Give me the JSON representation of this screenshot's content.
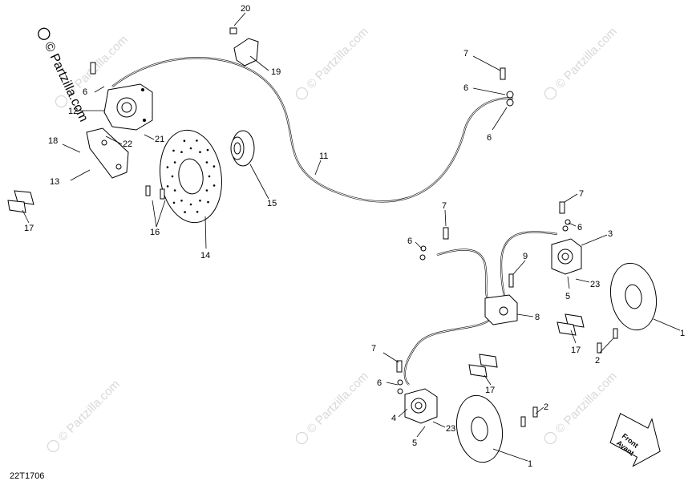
{
  "watermark": {
    "brand": "© Partzilla.com",
    "corner": "© Partzilla.com"
  },
  "drawing_code": "22T1706",
  "front_sign": {
    "line1": "Front",
    "line2": "Avant"
  },
  "callouts": [
    {
      "id": "c20",
      "text": "20"
    },
    {
      "id": "c19",
      "text": "19"
    },
    {
      "id": "c6a",
      "text": "6"
    },
    {
      "id": "c12",
      "text": "12"
    },
    {
      "id": "c18",
      "text": "18"
    },
    {
      "id": "c22",
      "text": "22"
    },
    {
      "id": "c21",
      "text": "21"
    },
    {
      "id": "c13",
      "text": "13"
    },
    {
      "id": "c17a",
      "text": "17"
    },
    {
      "id": "c16",
      "text": "16"
    },
    {
      "id": "c14",
      "text": "14"
    },
    {
      "id": "c15",
      "text": "15"
    },
    {
      "id": "c11",
      "text": "11"
    },
    {
      "id": "c7a",
      "text": "7"
    },
    {
      "id": "c6b",
      "text": "6"
    },
    {
      "id": "c6c",
      "text": "6"
    },
    {
      "id": "c7b",
      "text": "7"
    },
    {
      "id": "c6d",
      "text": "6"
    },
    {
      "id": "c7c",
      "text": "7"
    },
    {
      "id": "c6e",
      "text": "6"
    },
    {
      "id": "c3",
      "text": "3"
    },
    {
      "id": "c9",
      "text": "9"
    },
    {
      "id": "c5a",
      "text": "5"
    },
    {
      "id": "c23a",
      "text": "23"
    },
    {
      "id": "c8",
      "text": "8"
    },
    {
      "id": "c1a",
      "text": "1"
    },
    {
      "id": "c17b",
      "text": "17"
    },
    {
      "id": "c2a",
      "text": "2"
    },
    {
      "id": "c7d",
      "text": "7"
    },
    {
      "id": "c6f",
      "text": "6"
    },
    {
      "id": "c17c",
      "text": "17"
    },
    {
      "id": "c4",
      "text": "4"
    },
    {
      "id": "c5b",
      "text": "5"
    },
    {
      "id": "c23b",
      "text": "23"
    },
    {
      "id": "c2b",
      "text": "2"
    },
    {
      "id": "c1b",
      "text": "1"
    }
  ]
}
